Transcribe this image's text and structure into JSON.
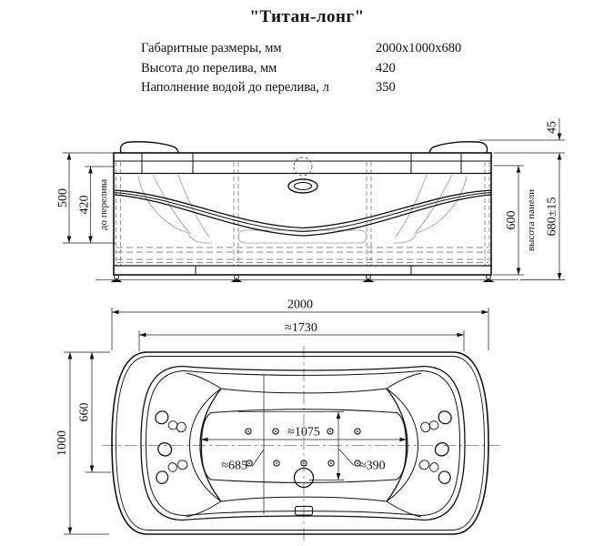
{
  "title": "\"Титан-лонг\"",
  "specs": [
    {
      "label": "Габаритные размеры, мм",
      "value": "2000x1000x680"
    },
    {
      "label": "Высота до перелива, мм",
      "value": "420"
    },
    {
      "label": "Наполнение водой до перелива, л",
      "value": "350"
    }
  ],
  "front_view": {
    "dims": {
      "height_total": "500",
      "to_overflow": "420",
      "to_overflow_label": "до перелива",
      "panel_height": "600",
      "panel_label": "высота панели",
      "overall_height": "680±15",
      "headrest_height": "45"
    }
  },
  "plan_view": {
    "dims": {
      "length": "2000",
      "rim_length": "≈1730",
      "width": "1000",
      "end_width": "660",
      "floor_length": "≈1075",
      "seat_width": "≈685",
      "floor_width": "≈390"
    }
  }
}
